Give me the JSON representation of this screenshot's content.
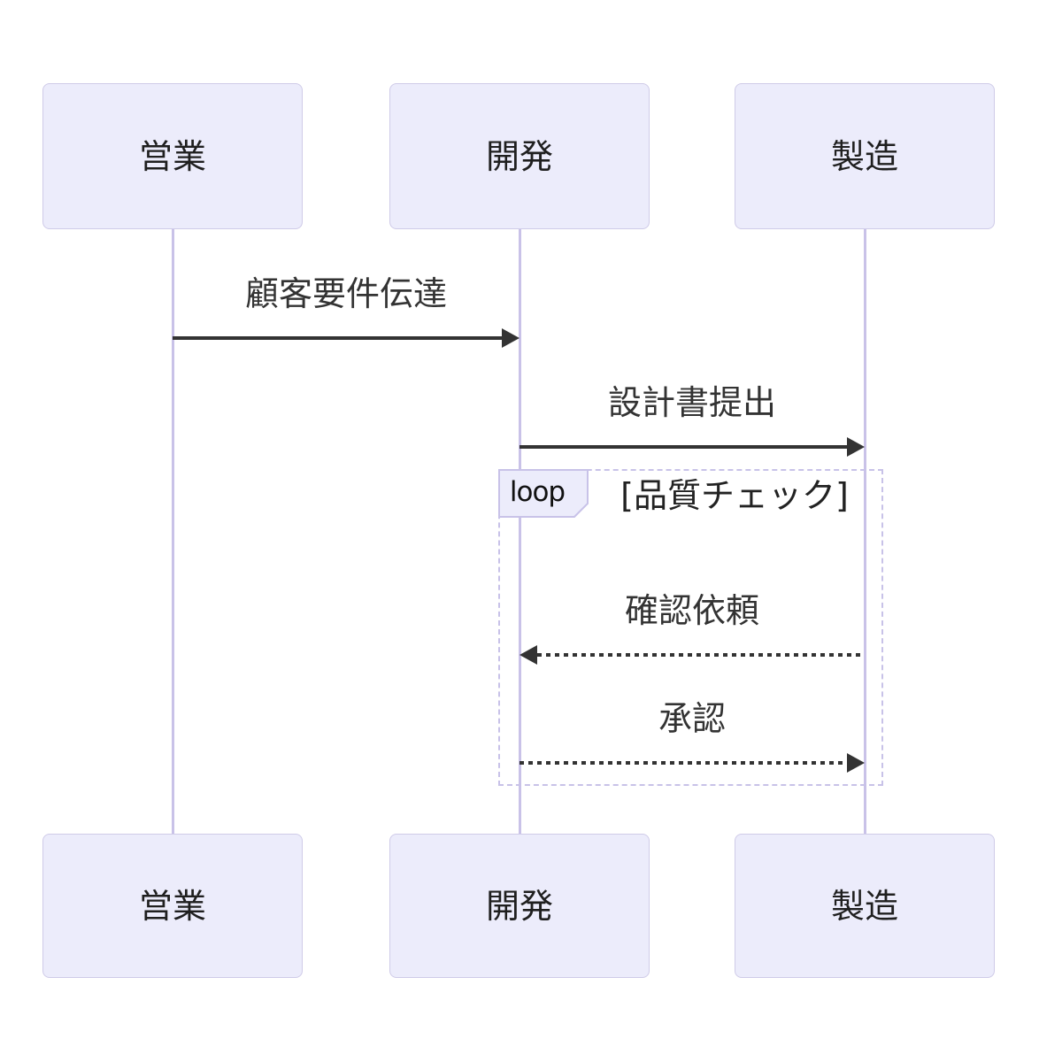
{
  "diagram": {
    "type": "sequence",
    "actors": [
      {
        "id": "sales",
        "label": "営業"
      },
      {
        "id": "dev",
        "label": "開発"
      },
      {
        "id": "mfg",
        "label": "製造"
      }
    ],
    "messages": [
      {
        "from": "営業",
        "to": "開発",
        "label": "顧客要件伝達",
        "line": "solid",
        "direction": "right"
      },
      {
        "from": "開発",
        "to": "製造",
        "label": "設計書提出",
        "line": "solid",
        "direction": "right"
      },
      {
        "from": "製造",
        "to": "開発",
        "label": "確認依頼",
        "line": "dashed",
        "direction": "left"
      },
      {
        "from": "開発",
        "to": "製造",
        "label": "承認",
        "line": "dashed",
        "direction": "right"
      }
    ],
    "loop": {
      "keyword": "loop",
      "condition": "[品質チェック]",
      "contains": [
        "確認依頼",
        "承認"
      ]
    },
    "colors": {
      "background": "#FFFFFF",
      "actor_fill": "#ECECFB",
      "actor_border": "#CFCBE8",
      "lifeline": "#C9C2E8",
      "loop_border": "#C8C2E8",
      "text": "#333333",
      "arrow": "#333333"
    }
  }
}
